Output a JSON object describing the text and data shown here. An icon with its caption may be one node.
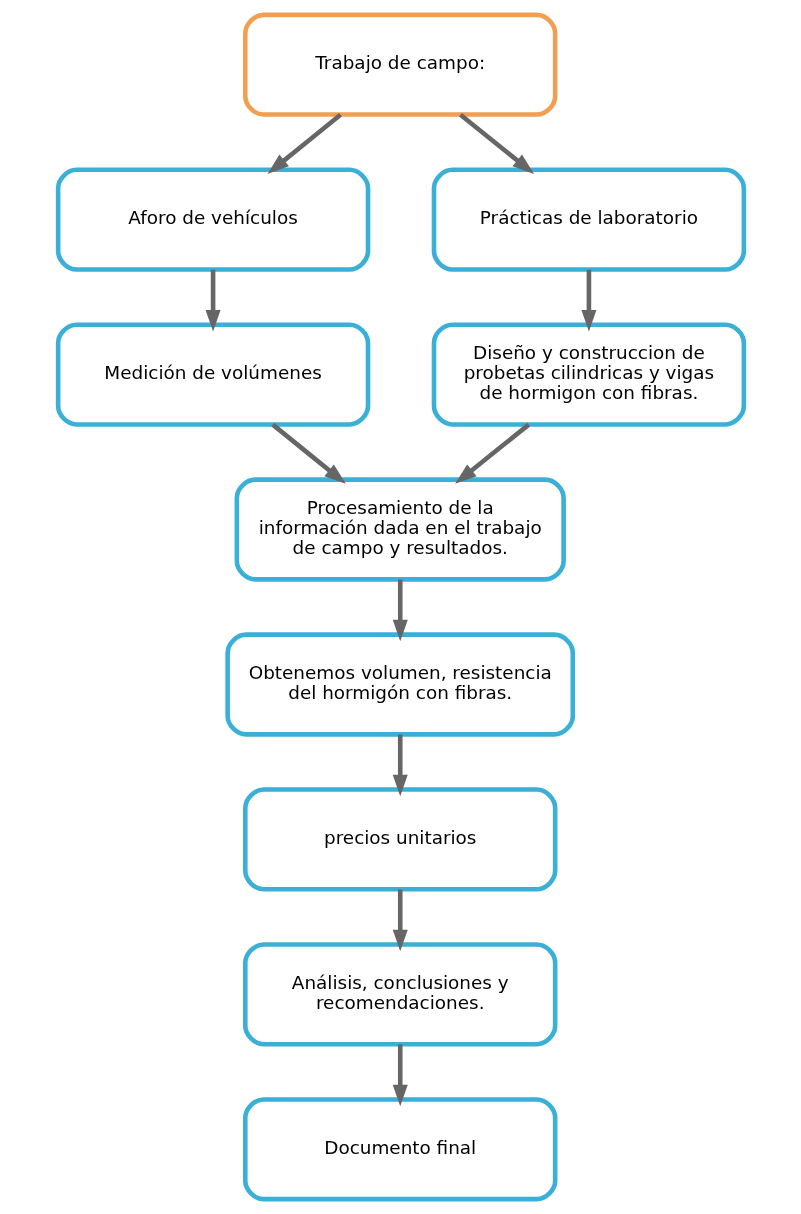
{
  "diagram": {
    "nodes": [
      {
        "text": [
          "Trabajo de campo:"
        ]
      },
      {
        "text": [
          "Aforo de vehículos"
        ]
      },
      {
        "text": [
          "Prácticas de laboratorio"
        ]
      },
      {
        "text": [
          "Medición de volúmenes"
        ]
      },
      {
        "text": [
          "Diseño y construccion de probetas cilindricas y vigas de hormigon con fibras."
        ]
      },
      {
        "text": [
          "Procesamiento de la información dada en el trabajo de campo y resultados."
        ]
      },
      {
        "text": [
          "Obtenemos volumen, resistencia del hormigón con fibras."
        ]
      },
      {
        "text": [
          "precios unitarios"
        ]
      },
      {
        "text": [
          "Análisis, conclusiones y recomendaciones."
        ]
      },
      {
        "text": [
          "Documento final"
        ]
      }
    ],
    "edges": [
      {
        "from": 0,
        "to": 1,
        "arrow": "to"
      },
      {
        "from": 0,
        "to": 2,
        "arrow": "to"
      },
      {
        "from": 1,
        "to": 3,
        "arrow": "to"
      },
      {
        "from": 2,
        "to": 4,
        "arrow": "to"
      },
      {
        "from": 3,
        "to": 5,
        "arrow": "to"
      },
      {
        "from": 4,
        "to": 5,
        "arrow": "to"
      },
      {
        "from": 5,
        "to": 6,
        "arrow": "to"
      },
      {
        "from": 6,
        "to": 7,
        "arrow": "to"
      },
      {
        "from": 7,
        "to": 8,
        "arrow": "to"
      },
      {
        "from": 8,
        "to": 9,
        "arrow": "to"
      }
    ]
  }
}
